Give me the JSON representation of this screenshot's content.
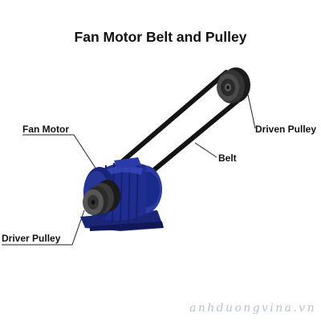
{
  "diagram": {
    "title": "Fan Motor Belt and Pulley",
    "labels": {
      "fan_motor": "Fan Motor",
      "driven_pulley": "Driven Pulley",
      "belt": "Belt",
      "driver_pulley": "Driver Pulley"
    },
    "watermark": "anhduongvina.vn",
    "colors": {
      "motor": "#1f2d8f",
      "motor_dark": "#121a5c",
      "pulley": "#3a3a3a",
      "belt": "#141414",
      "leader": "#222222"
    }
  }
}
